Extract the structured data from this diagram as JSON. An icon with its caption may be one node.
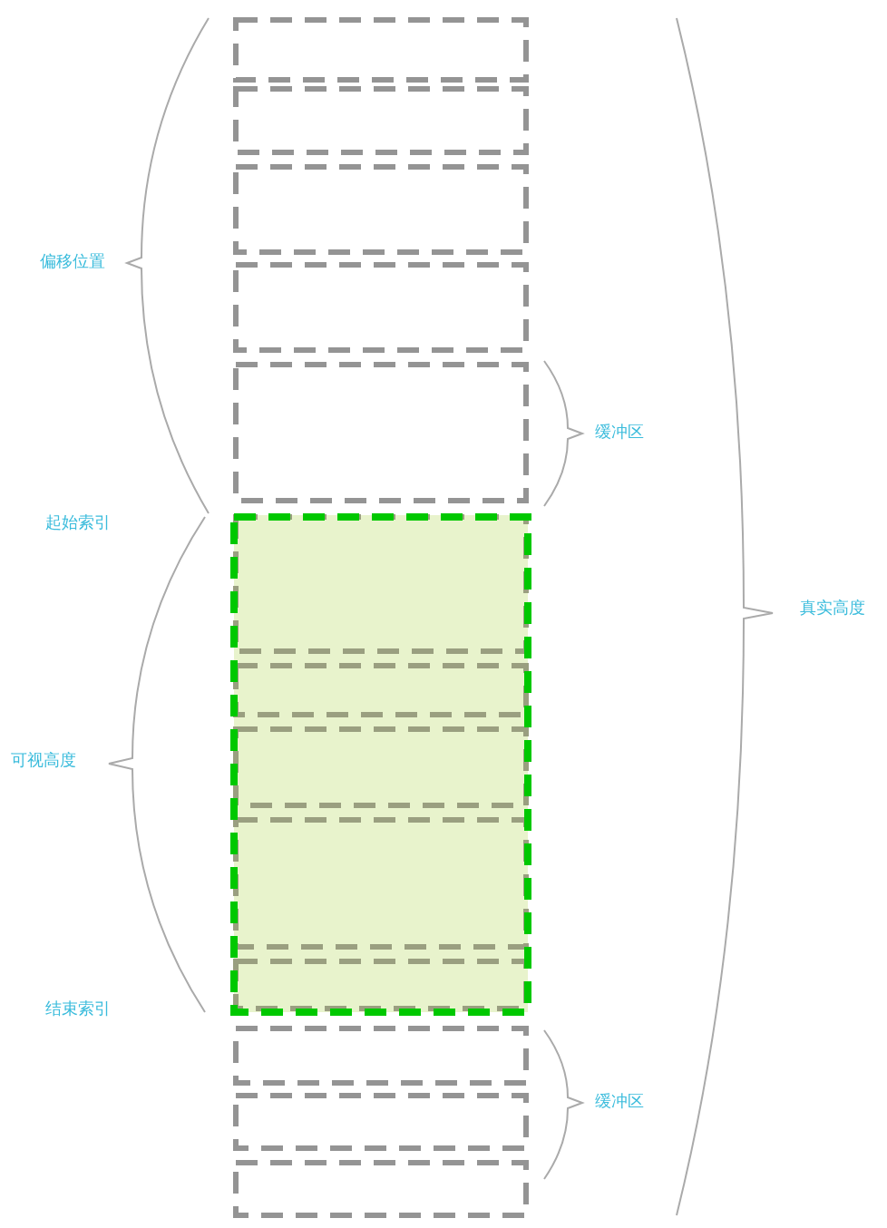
{
  "diagram": {
    "labels": [
      "偏移位置",
      "缓冲区",
      "起始索引",
      "真实高度",
      "可视高度",
      "结束索引",
      "缓冲区"
    ]
  }
}
